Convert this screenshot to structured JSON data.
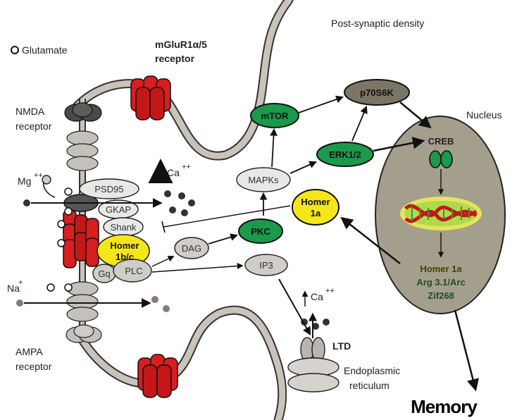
{
  "labels": {
    "glutamate": "Glutamate",
    "mglur_line1": "mGluR1α/5",
    "mglur_line2": "receptor",
    "psd": "Post-synaptic density",
    "nmda_line1": "NMDA",
    "nmda_line2": "receptor",
    "nucleus": "Nucleus",
    "mg": "Mg",
    "mg_sup": "++",
    "ca": "Ca",
    "ca_sup": "++",
    "ca2": "Ca",
    "ca2_sup": "++",
    "na": "Na",
    "na_sup": "+",
    "ampa_line1": "AMPA",
    "ampa_line2": "receptor",
    "ltd": "LTD",
    "er_line1": "Endoplasmic",
    "er_line2": "reticulum",
    "memory": "Memory"
  },
  "nodes": {
    "psd95": "PSD95",
    "gkap": "GKAP",
    "shank": "Shank",
    "homer1bc_line1": "Homer",
    "homer1bc_line2": "1b/c",
    "gq": "Gq",
    "plc": "PLC",
    "dag": "DAG",
    "pkc": "PKC",
    "ip3": "IP3",
    "mapks": "MAPKs",
    "mtor": "mTOR",
    "p70s6k": "p70S6K",
    "erk": "ERK1/2",
    "homer1a_line1": "Homer",
    "homer1a_line2": "1a",
    "creb": "CREB"
  },
  "genes": {
    "homer1a": "Homer 1a",
    "arc": "Arg 3.1/Arc",
    "zif": "Zif268"
  },
  "colors": {
    "green": "#1a9a4a",
    "yellow": "#f5e61a",
    "red": "#d81e1e",
    "nucleus": "#a39f8c",
    "membrane": "#c9c3ba",
    "dark_gene_text": "#1e4d28",
    "homer_gene_text": "#4a3d00"
  }
}
